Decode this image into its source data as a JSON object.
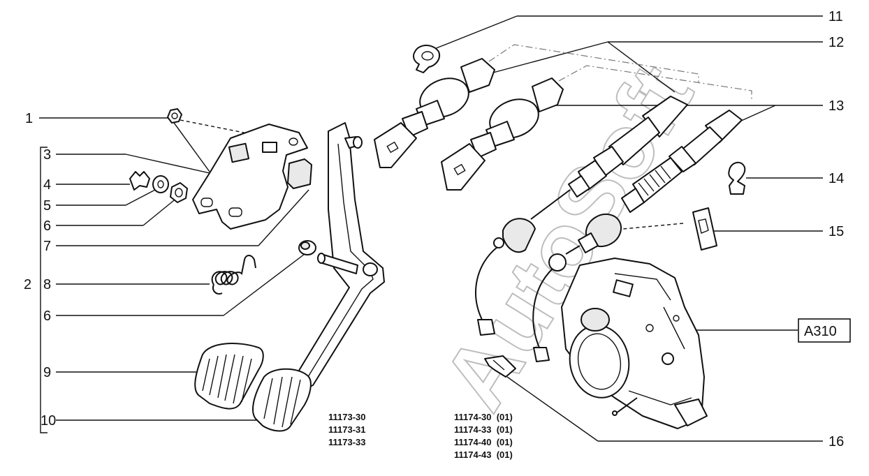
{
  "watermark": "AutoSoft",
  "callouts": {
    "c1": "1",
    "c2": "2",
    "c3": "3",
    "c4": "4",
    "c5": "5",
    "c6a": "6",
    "c7": "7",
    "c8": "8",
    "c6b": "6",
    "c9": "9",
    "c10": "10",
    "c11": "11",
    "c12": "12",
    "c13": "13",
    "c14": "14",
    "c15": "15",
    "c16": "16"
  },
  "reference_box": "A310",
  "codes_left": [
    "11173-30",
    "11173-31",
    "11173-33"
  ],
  "codes_right": [
    "11174-30  (01)",
    "11174-33  (01)",
    "11174-40  (01)",
    "11174-43  (01)"
  ]
}
